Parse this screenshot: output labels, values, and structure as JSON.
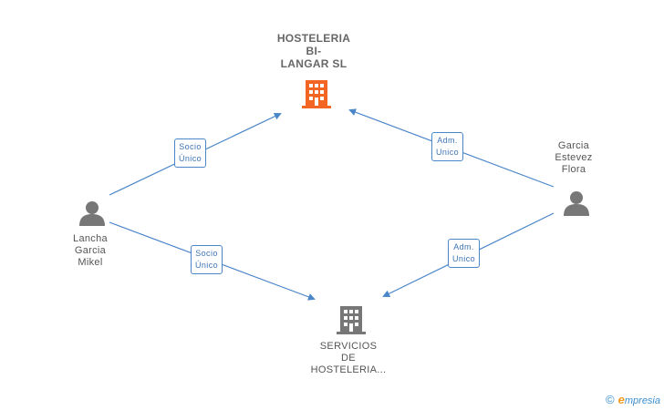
{
  "nodes": {
    "hosteleria_bi_langar": {
      "label": "HOSTELERIA\nBI-\nLANGAR SL",
      "icon": "building-icon",
      "color": "#f26522"
    },
    "servicios_hosteleria": {
      "label": "SERVICIOS\nDE\nHOSTELERIA...",
      "icon": "building-icon",
      "color": "#777777"
    },
    "lancha_garcia_mikel": {
      "label": "Lancha\nGarcia\nMikel",
      "icon": "person-icon",
      "color": "#777777"
    },
    "garcia_estevez_flora": {
      "label": "Garcia\nEstevez\nFlora",
      "icon": "person-icon",
      "color": "#777777"
    }
  },
  "edges": [
    {
      "from": "lancha_garcia_mikel",
      "to": "hosteleria_bi_langar",
      "label": "Socio\nÚnico"
    },
    {
      "from": "garcia_estevez_flora",
      "to": "hosteleria_bi_langar",
      "label": "Adm.\nUnico"
    },
    {
      "from": "lancha_garcia_mikel",
      "to": "servicios_hosteleria",
      "label": "Socio\nÚnico"
    },
    {
      "from": "garcia_estevez_flora",
      "to": "servicios_hosteleria",
      "label": "Adm.\nUnico"
    }
  ],
  "footer": {
    "copyright_symbol": "©",
    "brand_initial": "e",
    "brand_rest": "mpresia"
  },
  "colors": {
    "edge": "#4a86c8",
    "accent": "#f26522",
    "node_gray": "#777777"
  }
}
